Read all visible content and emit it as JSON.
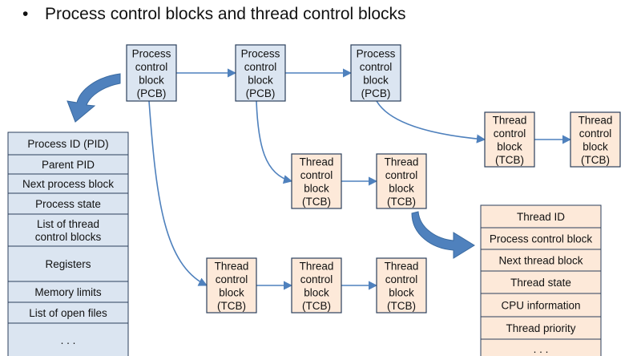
{
  "title": "Process control blocks and thread control blocks",
  "pcb_label": [
    "Process",
    "control",
    "block",
    "(PCB)"
  ],
  "tcb_label": [
    "Thread",
    "control",
    "block",
    "(TCB)"
  ],
  "pcb_fields": [
    "Process ID (PID)",
    "Parent PID",
    "Next process block",
    "Process state",
    "List of thread control blocks",
    "Registers",
    "Memory limits",
    "List of open files",
    ". . ."
  ],
  "tcb_fields": [
    "Thread ID",
    "Process control block",
    "Next thread block",
    "Thread state",
    "CPU information",
    "Thread priority",
    ". . ."
  ],
  "colors": {
    "pcb_fill": "#dbe5f1",
    "tcb_fill": "#fde9d9",
    "border": "#4f81bd",
    "arrow": "#4f81bd",
    "curved_arrow": "#4f81bd"
  }
}
